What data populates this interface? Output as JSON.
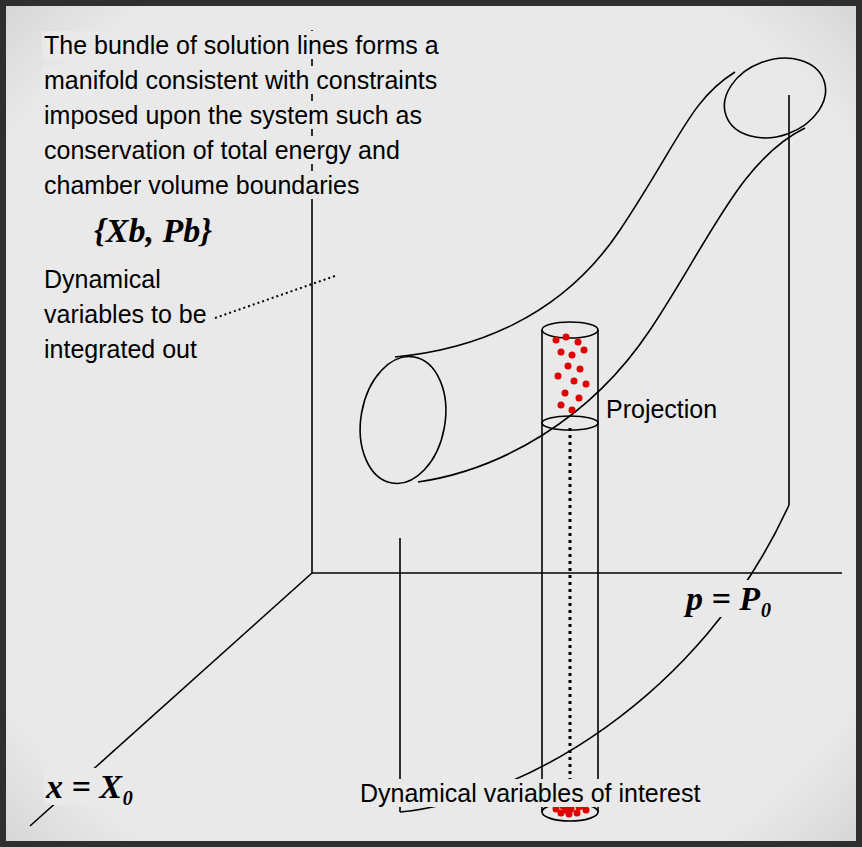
{
  "diagram": {
    "labels": [
      "The bundle of solution lines forms a manifold consistent with constraints imposed upon the system such as conservation of total energy and chamber volume boundaries",
      "{Xb, Pb}",
      "Dynamical variables to be integrated out",
      "Projection",
      "p = P₀",
      "x = X₀",
      "Dynamical variables of interest"
    ]
  }
}
